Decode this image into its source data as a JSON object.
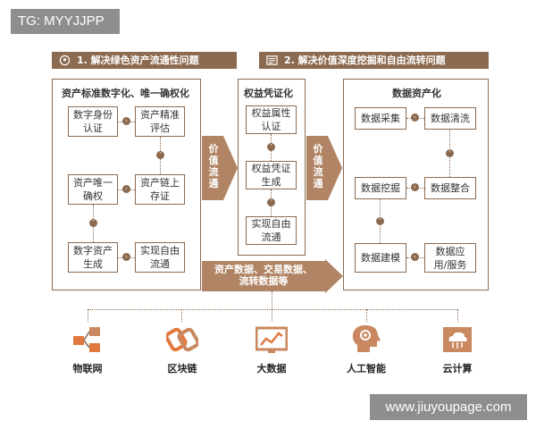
{
  "watermarks": {
    "top_left": "TG: MYYJJPP",
    "bottom_right": "www.jiuyoupage.com"
  },
  "headers": {
    "left": "1. 解决绿色资产流通性问题",
    "right": "2. 解决价值深度挖掘和自由流转问题"
  },
  "panel_left": {
    "title": "资产标准数字化、唯一确权化",
    "boxes": {
      "digital_id": "数字身份\n认证",
      "precise_eval": "资产精准\n评估",
      "unique_right": "资产唯一\n确权",
      "chain_store": "资产链上\n存证",
      "digital_gen": "数字资产\n生成",
      "free_flow": "实现自由\n流通"
    }
  },
  "panel_mid": {
    "title": "权益凭证化",
    "boxes": {
      "attr_auth": "权益属性\n认证",
      "voucher_gen": "权益凭证\n生成",
      "free_flow": "实现自由\n流通"
    }
  },
  "panel_right": {
    "title": "数据资产化",
    "boxes": {
      "collect": "数据采集",
      "clean": "数据清洗",
      "mine": "数据挖掘",
      "integrate": "数据整合",
      "model": "数据建模",
      "apply": "数据应\n用/服务"
    }
  },
  "arrows": {
    "value_flow_1": "价\n值\n流\n通",
    "value_flow_2": "价\n值\n流\n通",
    "bottom": "资产数据、交易数据、\n流转数据等"
  },
  "tech": [
    {
      "label": "物联网",
      "icon": "iot-icon"
    },
    {
      "label": "区块链",
      "icon": "blockchain-icon"
    },
    {
      "label": "大数据",
      "icon": "big-data-icon"
    },
    {
      "label": "人工智能",
      "icon": "ai-icon"
    },
    {
      "label": "云计算",
      "icon": "cloud-computing-icon"
    }
  ],
  "colors": {
    "brown": "#8c6a4f",
    "light_brown": "#d7a07c",
    "icon_orange": "#e1793f"
  }
}
